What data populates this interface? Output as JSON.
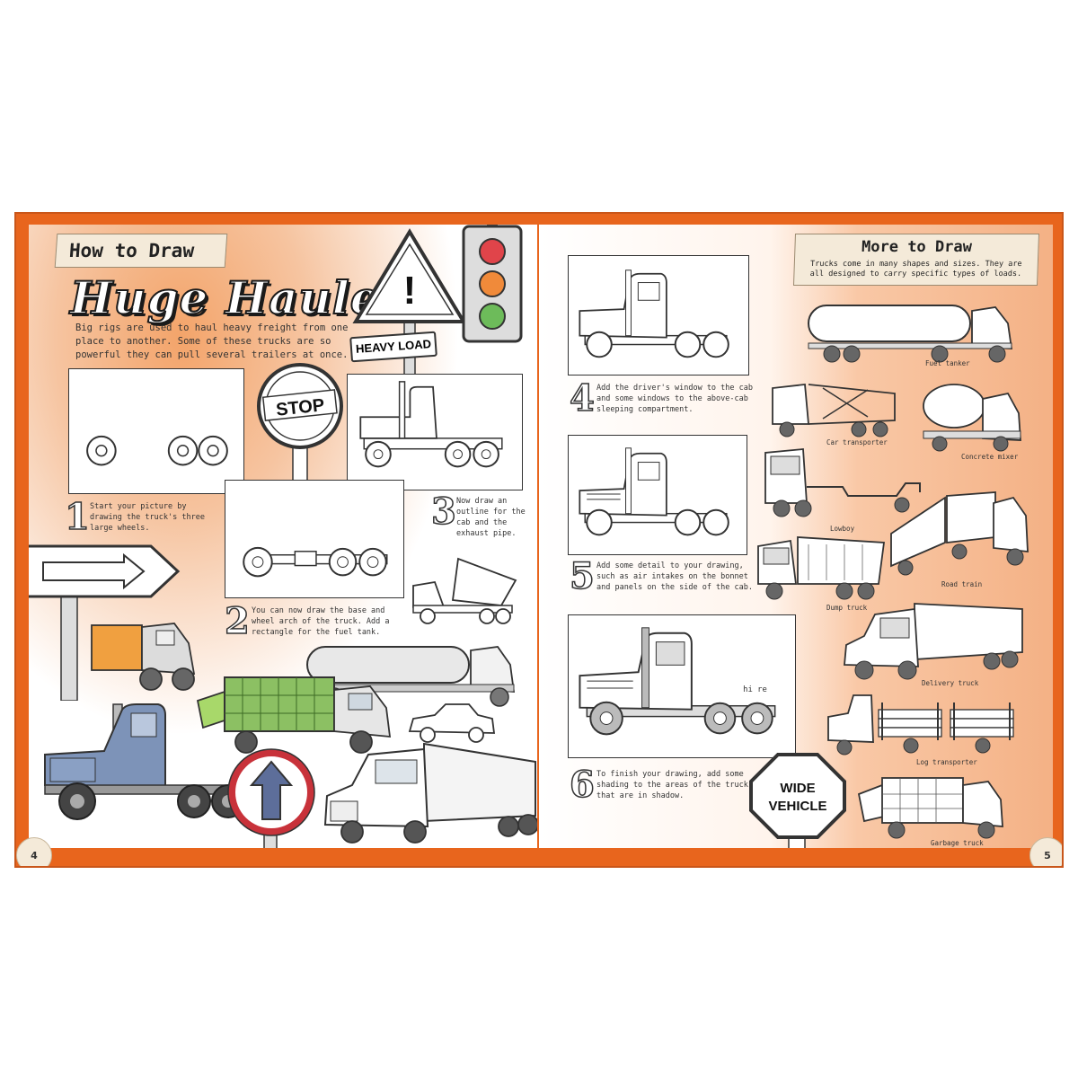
{
  "left_page": {
    "banner": "How to Draw",
    "title": "Huge Haulers",
    "intro": "Big rigs are used to haul heavy freight from one place to another. Some of these trucks are so powerful they can pull several trailers at once.",
    "signs": {
      "heavy_load": "HEAVY LOAD",
      "stop": "STOP",
      "warning": "!"
    },
    "steps": [
      {
        "num": "1",
        "text": "Start your picture by drawing the truck's three large wheels."
      },
      {
        "num": "2",
        "text": "You can now draw the base and wheel arch of the truck. Add a rectangle for the fuel tank."
      },
      {
        "num": "3",
        "text": "Now draw an outline for the cab and the exhaust pipe."
      }
    ],
    "page_number": "4"
  },
  "right_page": {
    "banner_title": "More to Draw",
    "banner_text": "Trucks come in many shapes and sizes. They are all designed to carry specific types of loads.",
    "steps": [
      {
        "num": "4",
        "text": "Add the driver's window to the cab and some windows to the above-cab sleeping compartment."
      },
      {
        "num": "5",
        "text": "Add some detail to your drawing, such as air intakes on the bonnet and panels on the side of the cab."
      },
      {
        "num": "6",
        "text": "To finish your drawing, add some shading to the areas of the truck that are in shadow."
      }
    ],
    "step6_note": "hi re",
    "wide_vehicle": [
      "WIDE",
      "VEHICLE"
    ],
    "captions": {
      "fuel_tanker": "Fuel tanker",
      "car_transporter": "Car transporter",
      "concrete_mixer": "Concrete mixer",
      "lowboy": "Lowboy",
      "road_train": "Road train",
      "dump_truck": "Dump truck",
      "delivery_truck": "Delivery truck",
      "log_transporter": "Log transporter",
      "garbage_truck": "Garbage truck"
    },
    "page_number": "5"
  },
  "colors": {
    "frame": "#e8651d",
    "banner": "#f4ead9",
    "truck_blue": "#7d93b8",
    "truck_green": "#8cc063"
  }
}
